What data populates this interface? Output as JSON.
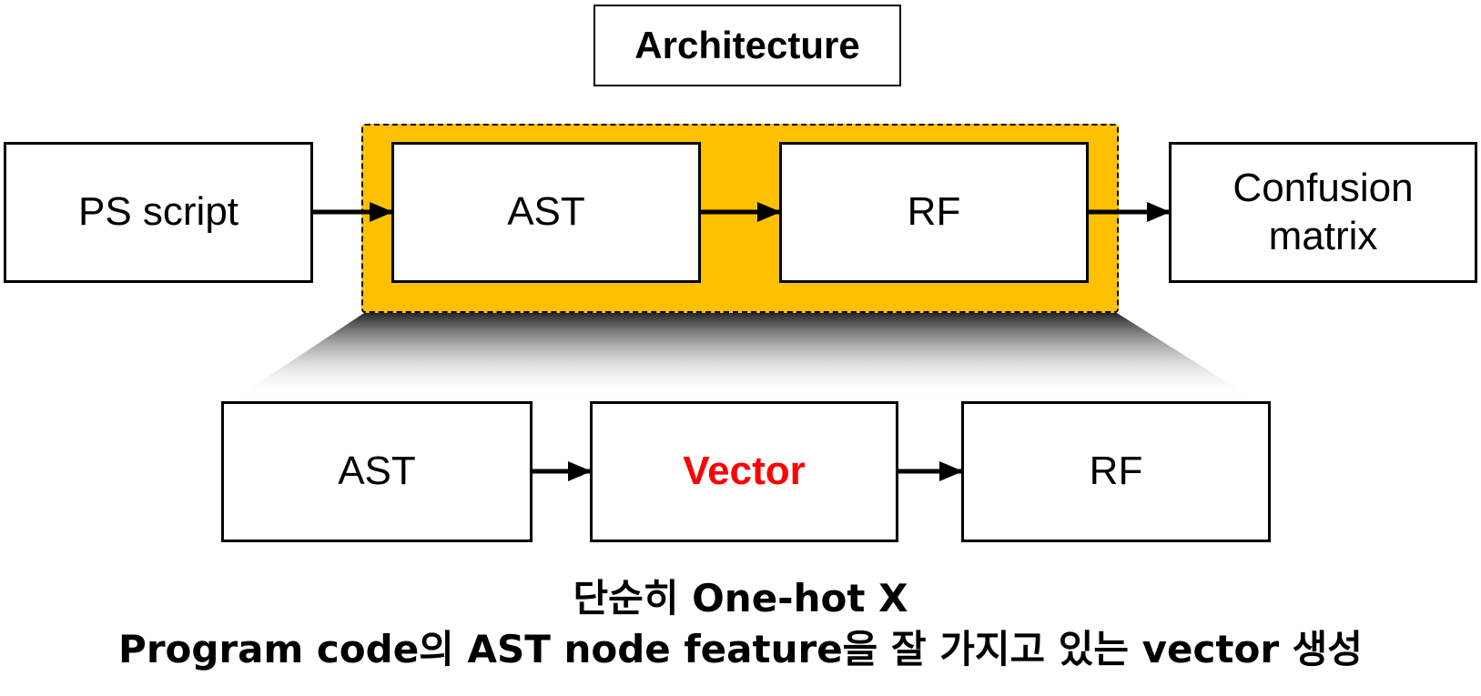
{
  "title": "Architecture",
  "pipeline": {
    "input": "PS script",
    "step1": "AST",
    "step2": "RF",
    "output": "Confusion matrix"
  },
  "detail": {
    "step1": "AST",
    "step2": "Vector",
    "step3": "RF"
  },
  "caption": {
    "line1": "단순히 One-hot X",
    "line2": "Program code의 AST node feature을 잘 가지고 있는 vector 생성"
  },
  "colors": {
    "highlight": "#ffc000",
    "vector_text": "#ff0000"
  }
}
